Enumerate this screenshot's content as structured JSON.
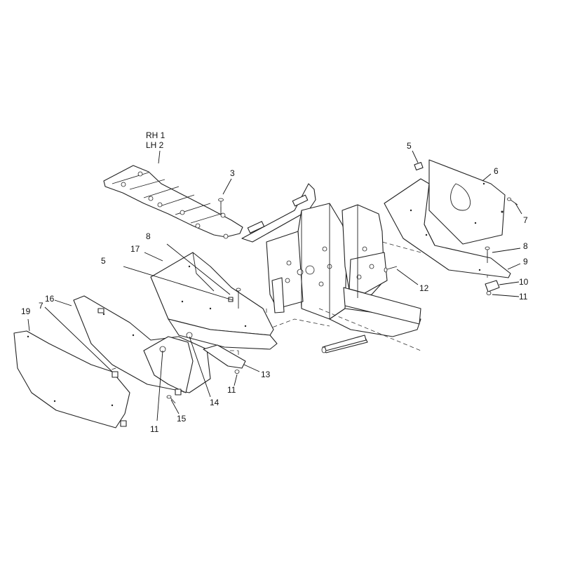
{
  "callouts": {
    "rh": "RH 1",
    "lh": "LH 2",
    "c3": "3",
    "c5_top": "5",
    "c6": "6",
    "c7_right": "7",
    "c8_right": "8",
    "c9": "9",
    "c10": "10",
    "c11_right": "11",
    "c12": "12",
    "c8_left": "8",
    "c17": "17",
    "c5_left": "5",
    "c16": "16",
    "c19": "19",
    "c7_left": "7",
    "c13": "13",
    "c11_mid": "11",
    "c14": "14",
    "c15": "15",
    "c11_left": "11"
  }
}
